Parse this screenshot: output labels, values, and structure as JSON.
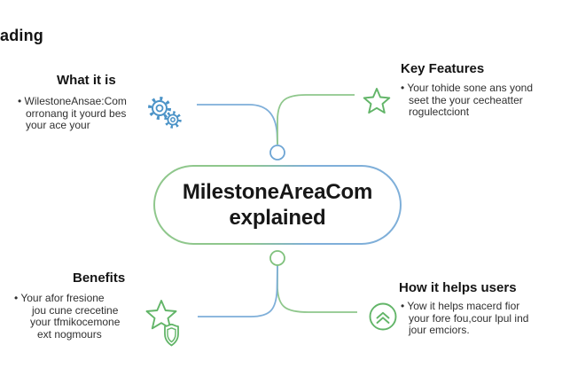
{
  "heading_partial": "ading",
  "center": {
    "line1": "MilestoneAreaCom",
    "line2": "explained"
  },
  "sections": {
    "what_it_is": {
      "title": "What it is",
      "lines": [
        "• WilestoneAnsae:Com",
        "orronang it yourd bes",
        "your ace your"
      ],
      "icon": "gears-icon"
    },
    "key_features": {
      "title": "Key Features",
      "lines": [
        "• Your tohide sone ans yond",
        "seet the your cecheatter",
        "rogulectciont"
      ],
      "icon": "star-icon"
    },
    "benefits": {
      "title": "Benefits",
      "lines": [
        "• Your afor fresione",
        "jou cune crecetine",
        "your tfmikocemone",
        "ext nogmours"
      ],
      "icon": "star-shield-icon"
    },
    "how_it_helps": {
      "title": "How it helps users",
      "lines": [
        "• Yow it helps macerd fior",
        "your fore fou,cour lpul ind",
        "jour emciors."
      ],
      "icon": "circle-chevron-up-icon"
    }
  },
  "colors": {
    "line_green": "#8fc78c",
    "line_blue": "#7fafd9",
    "icon_green": "#62b568",
    "icon_blue": "#4b93c7",
    "node_top_stroke": "#6ea5d4",
    "node_bottom_stroke": "#7fc17c",
    "text_dark": "#141414",
    "text_body": "#303030"
  }
}
